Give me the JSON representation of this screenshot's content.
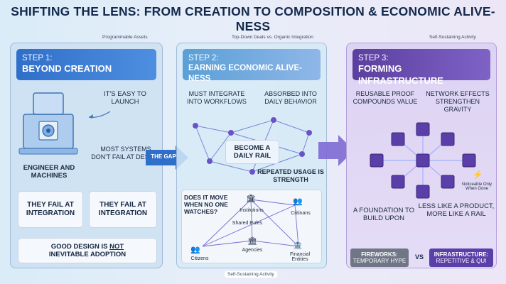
{
  "title": "SHIFTING THE LENS: FROM CREATION TO COMPOSITION & ECONOMIC ALIVE-NESS",
  "tags": {
    "t1": "Programmable Assets",
    "t2": "Top-Down Deals vs. Organic Integration",
    "t3": "Self-Sustaining Activity",
    "t4": "Self-Sustaining Activity"
  },
  "step1": {
    "step": "STEP 1:",
    "heading": "BEYOND CREATION",
    "easy": "IT'S EASY TO LAUNCH",
    "systems": "MOST SYSTEMS DON'T FAIL AT DESIGN",
    "engineer": "ENGINEER AND MACHINES",
    "fail1": "THEY FAIL AT INTEGRATION",
    "fail2": "THEY FAIL AT INTEGRATION",
    "good_design_a": "GOOD DESIGN IS ",
    "good_design_b": "NOT",
    "good_design_c": "INEVITABLE ADOPTION"
  },
  "gap": "THE GAP",
  "step2": {
    "step": "STEP 2:",
    "heading": "EARNING ECONOMIC ALIVE-NESS",
    "must": "MUST INTEGRATE INTO WORKFLOWS",
    "absorbed": "ABSORBED INTO DAILY BEHAVIOR",
    "become_a": "BECOME A",
    "become_b": "DAILY RAIL",
    "repeated": "REPEATED USAGE IS STRENGTH",
    "question": "DOES IT MOVE WHEN NO ONE WATCHES?",
    "institutions": "Institutions",
    "critinans": "Critinans",
    "shared_rules": "Shared Rules",
    "citizens": "Citizens",
    "agencies": "Agencies",
    "financial": "Financial Entities"
  },
  "step3": {
    "step": "STEP 3:",
    "heading": "FORMING INFRASTRUCTURE",
    "reusable": "REUSABLE PROOF COMPOUNDS VALUE",
    "network": "NETWORK EFFECTS STRENGTHEN GRAVITY",
    "noticeable": "Noticeable Only When Gone",
    "foundation": "A FOUNDATION TO BUILD UPON",
    "less": "LESS LIKE A PRODUCT, MORE LIKE A RAIL",
    "fw_title": "FIREWORKS:",
    "fw_sub": "TEMPORARY HYPE",
    "vs": "VS",
    "inf_title": "INFRASTRUCTURE:",
    "inf_sub": "REPETITIVE & QUI"
  },
  "colors": {
    "step1": "#3b7bd4",
    "step2": "#7aaee2",
    "step3": "#6a4fb5",
    "cube": "#5b3fa8",
    "navy": "#13294b"
  }
}
